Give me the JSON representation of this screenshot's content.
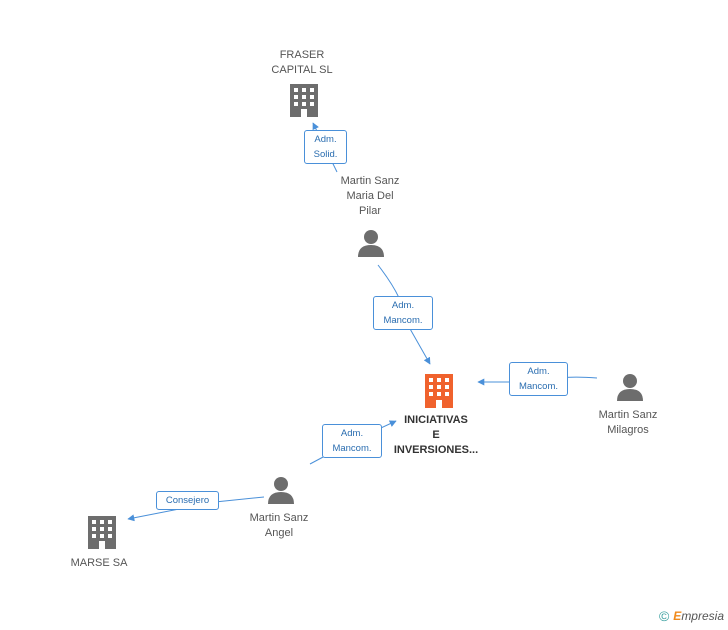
{
  "nodes": {
    "fraser": {
      "label": "FRASER\nCAPITAL SL",
      "icon": "building-icon"
    },
    "maria": {
      "label": "Martin Sanz\nMaria Del\nPilar",
      "icon": "person-icon"
    },
    "iniciativas": {
      "label": "INICIATIVAS\nE\nINVERSIONES...",
      "icon": "building-icon",
      "color": "#f0622d"
    },
    "milagros": {
      "label": "Martin Sanz\nMilagros",
      "icon": "person-icon"
    },
    "angel": {
      "label": "Martin Sanz\nAngel",
      "icon": "person-icon"
    },
    "marse": {
      "label": "MARSE SA",
      "icon": "building-icon"
    }
  },
  "edges": {
    "maria_fraser": "Adm.\nSolid.",
    "maria_iniciativas": "Adm.\nMancom.",
    "milagros_iniciativas": "Adm.\nMancom.",
    "angel_iniciativas": "Adm.\nMancom.",
    "angel_marse": "Consejero"
  },
  "colors": {
    "edge": "#4a90d9",
    "icon": "#6d6d6d",
    "focus": "#f0622d"
  },
  "footer": {
    "copyright": "©",
    "brand_first": "E",
    "brand_rest": "mpresia"
  }
}
